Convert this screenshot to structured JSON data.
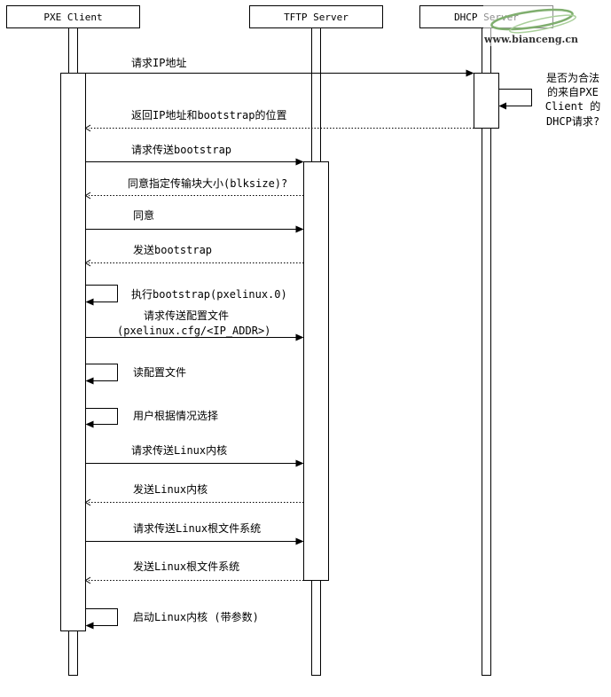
{
  "participants": [
    {
      "id": "client",
      "label": "PXE Client"
    },
    {
      "id": "tftp",
      "label": "TFTP Server"
    },
    {
      "id": "dhcp",
      "label": "DHCP Server"
    }
  ],
  "messages": [
    {
      "id": "m1",
      "from": "client",
      "to": "dhcp",
      "style": "solid",
      "lines": [
        "请求IP地址"
      ]
    },
    {
      "id": "m2",
      "from": "dhcp",
      "to": "client",
      "style": "dashed",
      "lines": [
        "返回IP地址和bootstrap的位置"
      ]
    },
    {
      "id": "m3",
      "from": "client",
      "to": "tftp",
      "style": "solid",
      "lines": [
        "请求传送bootstrap"
      ]
    },
    {
      "id": "m4",
      "from": "tftp",
      "to": "client",
      "style": "dashed",
      "lines": [
        "同意指定传输块大小(blksize)?"
      ]
    },
    {
      "id": "m5",
      "from": "client",
      "to": "tftp",
      "style": "solid",
      "lines": [
        "同意"
      ]
    },
    {
      "id": "m6",
      "from": "tftp",
      "to": "client",
      "style": "dashed",
      "lines": [
        "发送bootstrap"
      ]
    },
    {
      "id": "m7",
      "from": "client",
      "to": "client",
      "style": "solid",
      "lines": [
        "执行bootstrap(pxelinux.0)"
      ]
    },
    {
      "id": "m8",
      "from": "client",
      "to": "tftp",
      "style": "solid",
      "lines": [
        "请求传送配置文件",
        "(pxelinux.cfg/<IP_ADDR>)"
      ]
    },
    {
      "id": "m9",
      "from": "client",
      "to": "client",
      "style": "solid",
      "lines": [
        "读配置文件"
      ]
    },
    {
      "id": "m10",
      "from": "client",
      "to": "client",
      "style": "solid",
      "lines": [
        "用户根据情况选择"
      ]
    },
    {
      "id": "m11",
      "from": "client",
      "to": "tftp",
      "style": "solid",
      "lines": [
        "请求传送Linux内核"
      ]
    },
    {
      "id": "m12",
      "from": "tftp",
      "to": "client",
      "style": "dashed",
      "lines": [
        "发送Linux内核"
      ]
    },
    {
      "id": "m13",
      "from": "client",
      "to": "tftp",
      "style": "solid",
      "lines": [
        "请求传送Linux根文件系统"
      ]
    },
    {
      "id": "m14",
      "from": "tftp",
      "to": "client",
      "style": "dashed",
      "lines": [
        "发送Linux根文件系统"
      ]
    },
    {
      "id": "m15",
      "from": "client",
      "to": "client",
      "style": "solid",
      "lines": [
        "启动Linux内核 (带参数)"
      ]
    }
  ],
  "dhcp_note": {
    "lines": [
      "是否为合法",
      "的来自PXE",
      "Client 的",
      "DHCP请求?"
    ]
  },
  "watermark": {
    "text": "www.bianceng.cn",
    "accent_color": "#7fae6e"
  },
  "colors": {
    "line": "#000000",
    "background": "#ffffff"
  }
}
